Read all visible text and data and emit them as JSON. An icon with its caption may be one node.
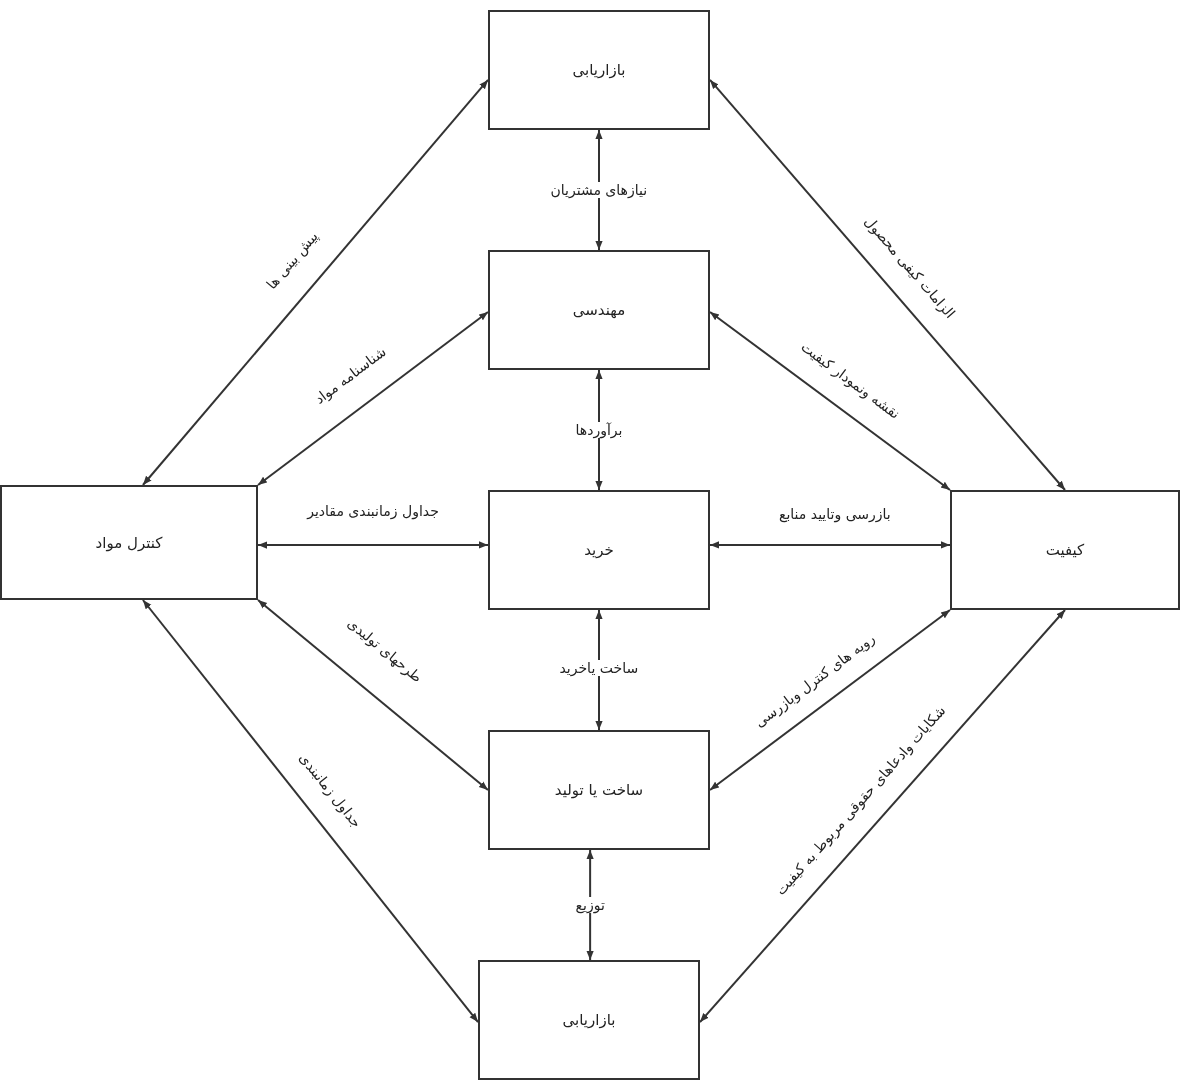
{
  "diagram": {
    "nodes": [
      {
        "text": [
          "بازاریابی"
        ]
      },
      {
        "text": [
          "مهندسی"
        ]
      },
      {
        "text": [
          "خرید"
        ]
      },
      {
        "text": [
          "ساخت یا تولید"
        ]
      },
      {
        "text": [
          "بازاریابی"
        ]
      },
      {
        "text": [
          "کنترل مواد"
        ]
      },
      {
        "text": [
          "کیفیت"
        ]
      }
    ],
    "edges": [
      {
        "from": 0,
        "to": 1,
        "arrow": "both",
        "label": "نیازهای مشتریان"
      },
      {
        "from": 1,
        "to": 2,
        "arrow": "both",
        "label": "برآوردها"
      },
      {
        "from": 2,
        "to": 3,
        "arrow": "both",
        "label": "ساخت یاخرید"
      },
      {
        "from": 3,
        "to": 4,
        "arrow": "both",
        "label": "توزیع"
      },
      {
        "from": 5,
        "to": 0,
        "arrow": "both",
        "label": "پیش بینی ها"
      },
      {
        "from": 5,
        "to": 1,
        "arrow": "both",
        "label": "شناسنامه مواد"
      },
      {
        "from": 5,
        "to": 2,
        "arrow": "both",
        "label": "جداول زمانبندی مقادیر"
      },
      {
        "from": 5,
        "to": 3,
        "arrow": "both",
        "label": "طرحهای تولیدی"
      },
      {
        "from": 5,
        "to": 4,
        "arrow": "both",
        "label": "جداول زمانبندی"
      },
      {
        "from": 0,
        "to": 6,
        "arrow": "both",
        "label": "الزامات کیفی محصول"
      },
      {
        "from": 1,
        "to": 6,
        "arrow": "both",
        "label": "نقشه ونمودار کیفیت"
      },
      {
        "from": 2,
        "to": 6,
        "arrow": "both",
        "label": "بازرسی وتایید منابع"
      },
      {
        "from": 3,
        "to": 6,
        "arrow": "both",
        "label": "رویه های کنترل وبازرسی"
      },
      {
        "from": 4,
        "to": 6,
        "arrow": "both",
        "label": "شکایات وادعاهای حقوقی مربوط به کیفیت"
      }
    ]
  }
}
